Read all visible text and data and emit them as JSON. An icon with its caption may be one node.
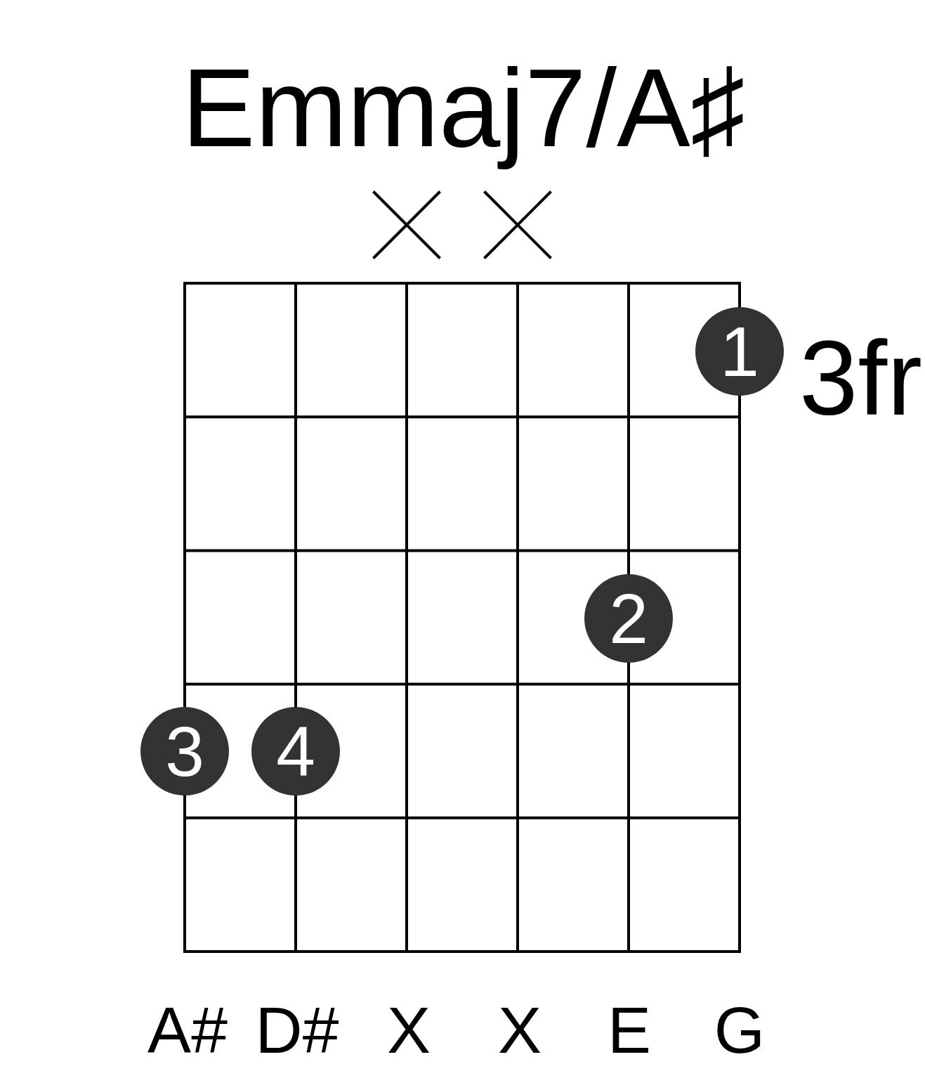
{
  "diagram": {
    "title": "Emmaj7/A♯",
    "nodes": [
      {
        "text": [
          "1"
        ]
      },
      {
        "text": [
          "2"
        ]
      },
      {
        "text": [
          "3"
        ]
      },
      {
        "text": [
          "4"
        ]
      }
    ],
    "labels": [
      "3fr",
      "A#",
      "D#",
      "X",
      "X",
      "E",
      "G"
    ]
  }
}
